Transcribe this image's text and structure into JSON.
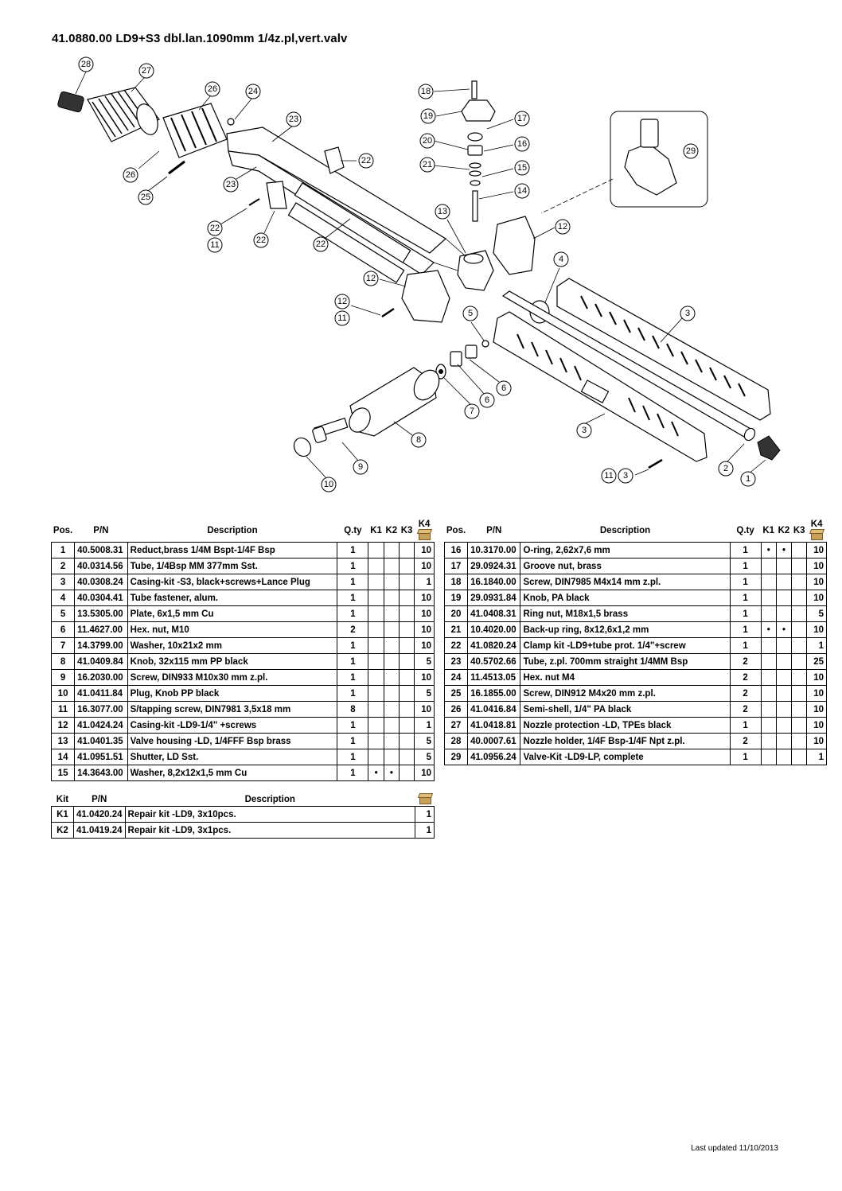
{
  "title": "41.0880.00 LD9+S3 dbl.lan.1090mm 1/4z.pl,vert.valv",
  "diagram": {
    "callouts": [
      "28",
      "27",
      "26",
      "24",
      "23",
      "22",
      "26",
      "25",
      "23",
      "22",
      "11",
      "22",
      "22",
      "18",
      "19",
      "17",
      "20",
      "16",
      "21",
      "15",
      "14",
      "13",
      "12",
      "29",
      "4",
      "12",
      "12",
      "11",
      "5",
      "3",
      "6",
      "6",
      "7",
      "8",
      "3",
      "9",
      "10",
      "2",
      "1",
      "11",
      "3"
    ]
  },
  "parts_table": {
    "headers": {
      "pos": "Pos.",
      "pn": "P/N",
      "desc": "Description",
      "qty": "Q.ty",
      "k1": "K1",
      "k2": "K2",
      "k3": "K3",
      "k4": "K4"
    },
    "left": [
      {
        "pos": "1",
        "pn": "40.5008.31",
        "desc": "Reduct,brass 1/4M Bspt-1/4F Bsp",
        "qty": "1",
        "k1": "",
        "k2": "",
        "k3": "",
        "pack": "10"
      },
      {
        "pos": "2",
        "pn": "40.0314.56",
        "desc": "Tube, 1/4Bsp MM 377mm Sst.",
        "qty": "1",
        "k1": "",
        "k2": "",
        "k3": "",
        "pack": "10"
      },
      {
        "pos": "3",
        "pn": "40.0308.24",
        "desc": "Casing-kit -S3, black+screws+Lance Plug",
        "qty": "1",
        "k1": "",
        "k2": "",
        "k3": "",
        "pack": "1"
      },
      {
        "pos": "4",
        "pn": "40.0304.41",
        "desc": "Tube fastener, alum.",
        "qty": "1",
        "k1": "",
        "k2": "",
        "k3": "",
        "pack": "10"
      },
      {
        "pos": "5",
        "pn": "13.5305.00",
        "desc": "Plate, 6x1,5 mm Cu",
        "qty": "1",
        "k1": "",
        "k2": "",
        "k3": "",
        "pack": "10"
      },
      {
        "pos": "6",
        "pn": "11.4627.00",
        "desc": "Hex. nut, M10",
        "qty": "2",
        "k1": "",
        "k2": "",
        "k3": "",
        "pack": "10"
      },
      {
        "pos": "7",
        "pn": "14.3799.00",
        "desc": "Washer, 10x21x2 mm",
        "qty": "1",
        "k1": "",
        "k2": "",
        "k3": "",
        "pack": "10"
      },
      {
        "pos": "8",
        "pn": "41.0409.84",
        "desc": "Knob, 32x115 mm PP black",
        "qty": "1",
        "k1": "",
        "k2": "",
        "k3": "",
        "pack": "5"
      },
      {
        "pos": "9",
        "pn": "16.2030.00",
        "desc": "Screw, DIN933 M10x30 mm z.pl.",
        "qty": "1",
        "k1": "",
        "k2": "",
        "k3": "",
        "pack": "10"
      },
      {
        "pos": "10",
        "pn": "41.0411.84",
        "desc": "Plug, Knob PP black",
        "qty": "1",
        "k1": "",
        "k2": "",
        "k3": "",
        "pack": "5"
      },
      {
        "pos": "11",
        "pn": "16.3077.00",
        "desc": "S/tapping screw, DIN7981 3,5x18 mm",
        "qty": "8",
        "k1": "",
        "k2": "",
        "k3": "",
        "pack": "10"
      },
      {
        "pos": "12",
        "pn": "41.0424.24",
        "desc": "Casing-kit -LD9-1/4\" +screws",
        "qty": "1",
        "k1": "",
        "k2": "",
        "k3": "",
        "pack": "1"
      },
      {
        "pos": "13",
        "pn": "41.0401.35",
        "desc": "Valve housing -LD, 1/4FFF Bsp brass",
        "qty": "1",
        "k1": "",
        "k2": "",
        "k3": "",
        "pack": "5"
      },
      {
        "pos": "14",
        "pn": "41.0951.51",
        "desc": "Shutter, LD Sst.",
        "qty": "1",
        "k1": "",
        "k2": "",
        "k3": "",
        "pack": "5"
      },
      {
        "pos": "15",
        "pn": "14.3643.00",
        "desc": "Washer, 8,2x12x1,5 mm Cu",
        "qty": "1",
        "k1": "•",
        "k2": "•",
        "k3": "",
        "pack": "10"
      }
    ],
    "right": [
      {
        "pos": "16",
        "pn": "10.3170.00",
        "desc": "O-ring, 2,62x7,6 mm",
        "qty": "1",
        "k1": "•",
        "k2": "•",
        "k3": "",
        "pack": "10"
      },
      {
        "pos": "17",
        "pn": "29.0924.31",
        "desc": "Groove nut, brass",
        "qty": "1",
        "k1": "",
        "k2": "",
        "k3": "",
        "pack": "10"
      },
      {
        "pos": "18",
        "pn": "16.1840.00",
        "desc": "Screw, DIN7985 M4x14 mm z.pl.",
        "qty": "1",
        "k1": "",
        "k2": "",
        "k3": "",
        "pack": "10"
      },
      {
        "pos": "19",
        "pn": "29.0931.84",
        "desc": "Knob, PA black",
        "qty": "1",
        "k1": "",
        "k2": "",
        "k3": "",
        "pack": "10"
      },
      {
        "pos": "20",
        "pn": "41.0408.31",
        "desc": "Ring nut, M18x1,5 brass",
        "qty": "1",
        "k1": "",
        "k2": "",
        "k3": "",
        "pack": "5"
      },
      {
        "pos": "21",
        "pn": "10.4020.00",
        "desc": "Back-up ring, 8x12,6x1,2 mm",
        "qty": "1",
        "k1": "•",
        "k2": "•",
        "k3": "",
        "pack": "10"
      },
      {
        "pos": "22",
        "pn": "41.0820.24",
        "desc": "Clamp kit -LD9+tube prot. 1/4\"+screw",
        "qty": "1",
        "k1": "",
        "k2": "",
        "k3": "",
        "pack": "1"
      },
      {
        "pos": "23",
        "pn": "40.5702.66",
        "desc": "Tube, z.pl. 700mm straight 1/4MM Bsp",
        "qty": "2",
        "k1": "",
        "k2": "",
        "k3": "",
        "pack": "25"
      },
      {
        "pos": "24",
        "pn": "11.4513.05",
        "desc": "Hex. nut M4",
        "qty": "2",
        "k1": "",
        "k2": "",
        "k3": "",
        "pack": "10"
      },
      {
        "pos": "25",
        "pn": "16.1855.00",
        "desc": "Screw, DIN912 M4x20 mm z.pl.",
        "qty": "2",
        "k1": "",
        "k2": "",
        "k3": "",
        "pack": "10"
      },
      {
        "pos": "26",
        "pn": "41.0416.84",
        "desc": "Semi-shell, 1/4\" PA black",
        "qty": "2",
        "k1": "",
        "k2": "",
        "k3": "",
        "pack": "10"
      },
      {
        "pos": "27",
        "pn": "41.0418.81",
        "desc": "Nozzle protection -LD, TPEs black",
        "qty": "1",
        "k1": "",
        "k2": "",
        "k3": "",
        "pack": "10"
      },
      {
        "pos": "28",
        "pn": "40.0007.61",
        "desc": "Nozzle holder, 1/4F Bsp-1/4F Npt z.pl.",
        "qty": "2",
        "k1": "",
        "k2": "",
        "k3": "",
        "pack": "10"
      },
      {
        "pos": "29",
        "pn": "41.0956.24",
        "desc": "Valve-Kit -LD9-LP, complete",
        "qty": "1",
        "k1": "",
        "k2": "",
        "k3": "",
        "pack": "1"
      }
    ]
  },
  "kit_table": {
    "headers": {
      "kit": "Kit",
      "pn": "P/N",
      "desc": "Description"
    },
    "rows": [
      {
        "kit": "K1",
        "pn": "41.0420.24",
        "desc": "Repair kit -LD9, 3x10pcs.",
        "pack": "1"
      },
      {
        "kit": "K2",
        "pn": "41.0419.24",
        "desc": "Repair kit -LD9, 3x1pcs.",
        "pack": "1"
      }
    ]
  },
  "footer": "Last updated 11/10/2013"
}
